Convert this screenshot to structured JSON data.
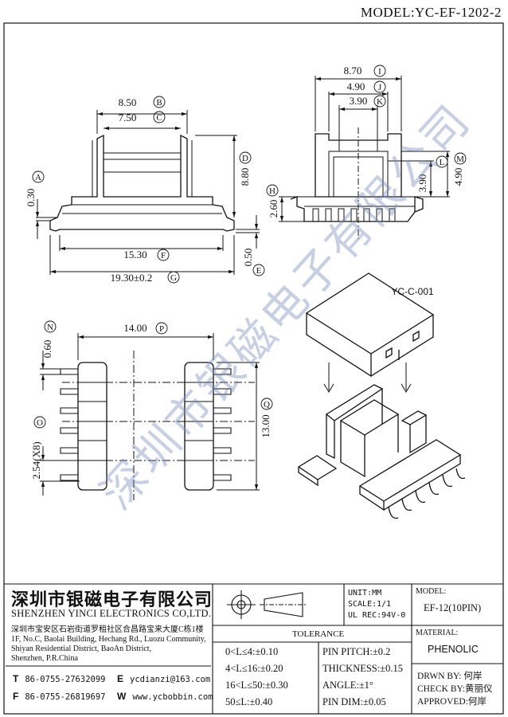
{
  "model": "MODEL:YC-EF-1202-2",
  "dims": {
    "A": "0.30",
    "B": "8.50",
    "C": "7.50",
    "D": "8.80",
    "E": "0.50",
    "F": "15.30",
    "G": "19.30±0.2",
    "H": "2.60",
    "I": "8.70",
    "J": "4.90",
    "K": "3.90",
    "L": "3.90",
    "M": "4.90",
    "N": "0.60",
    "O": "2.54(X8)",
    "P": "14.00",
    "Q": "13.00"
  },
  "dim_letters": [
    "A",
    "B",
    "C",
    "D",
    "E",
    "F",
    "G",
    "H",
    "I",
    "J",
    "K",
    "L",
    "M",
    "N",
    "O",
    "P",
    "Q"
  ],
  "cover_label": "YC-C-001",
  "watermark": "深圳市银磁电子有限公司",
  "title_block": {
    "company_cn": "深圳市银磁电子有限公司",
    "company_en": "SHENZHEN YINCI ELECTRONICS CO,LTD.",
    "address": [
      "深圳市宝安区石岩街道罗租社区合昌路宝来大厦C栋1楼",
      "1F, No.C, Baolai Building, Hechang Rd., Luozu Community,",
      "Shiyan Residential District, BaoAn District,",
      "Shenzhen, P.R.China"
    ],
    "tel_prefix": "T",
    "tel": "86-0755-27632099",
    "fax_prefix": "F",
    "fax": "86-0755-26819697",
    "email_prefix": "E",
    "email": "ycdianzi@163.com",
    "web_prefix": "W",
    "web": "www.ycbobbin.com",
    "unit": "UNIT:MM",
    "scale": "SCALE:1/1",
    "ul_rec": "UL REC:94V-0",
    "tolerance_title": "TOLERANCE",
    "tolerances": [
      "0<L≤4:±0.10",
      "4<L≤16:±0.20",
      "16<L≤50:±0.30",
      "50≤L:±0.40"
    ],
    "tolerances2": [
      "PIN PITCH:±0.2",
      "THICKNESS:±0.15",
      "ANGLE:±1°",
      "PIN DIM:±0.05"
    ],
    "model_label": "MODEL:",
    "model_value": "EF-12(10PIN)",
    "material_label": "MATERIAL:",
    "material_value": "PHENOLIC",
    "drawn_by": "DRWN BY: 何岸",
    "check_by": "CHECK BY:黄丽仪",
    "approved": "APPROVED:何岸"
  }
}
